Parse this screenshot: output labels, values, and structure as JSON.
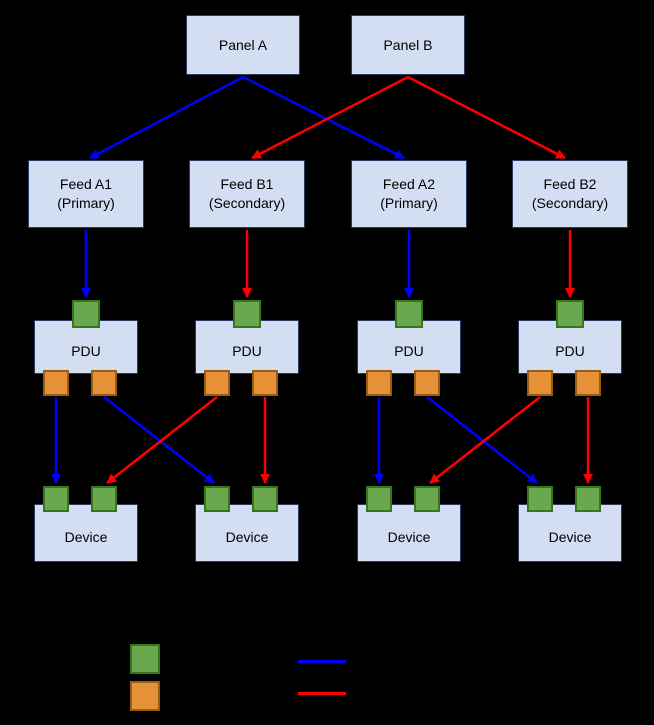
{
  "panels": [
    {
      "id": "panel-a",
      "label": "Panel A"
    },
    {
      "id": "panel-b",
      "label": "Panel B"
    }
  ],
  "feeds": [
    {
      "id": "feed-a1",
      "label": "Feed A1\n(Primary)"
    },
    {
      "id": "feed-b1",
      "label": "Feed B1\n(Secondary)"
    },
    {
      "id": "feed-a2",
      "label": "Feed A2\n(Primary)"
    },
    {
      "id": "feed-b2",
      "label": "Feed B2\n(Secondary)"
    }
  ],
  "pdus": [
    {
      "id": "pdu-1",
      "label": "PDU"
    },
    {
      "id": "pdu-2",
      "label": "PDU"
    },
    {
      "id": "pdu-3",
      "label": "PDU"
    },
    {
      "id": "pdu-4",
      "label": "PDU"
    }
  ],
  "devices": [
    {
      "id": "device-1",
      "label": "Device"
    },
    {
      "id": "device-2",
      "label": "Device"
    },
    {
      "id": "device-3",
      "label": "Device"
    },
    {
      "id": "device-4",
      "label": "Device"
    }
  ],
  "edges": [
    {
      "from": "panel-a",
      "to": "feed-a1",
      "color": "blue"
    },
    {
      "from": "panel-a",
      "to": "feed-a2",
      "color": "blue"
    },
    {
      "from": "panel-b",
      "to": "feed-b1",
      "color": "red"
    },
    {
      "from": "panel-b",
      "to": "feed-b2",
      "color": "red"
    },
    {
      "from": "feed-a1",
      "to": "pdu-1",
      "color": "blue"
    },
    {
      "from": "feed-b1",
      "to": "pdu-2",
      "color": "red"
    },
    {
      "from": "feed-a2",
      "to": "pdu-3",
      "color": "blue"
    },
    {
      "from": "feed-b2",
      "to": "pdu-4",
      "color": "red"
    },
    {
      "from": "pdu-1",
      "to": "device-1",
      "color": "blue"
    },
    {
      "from": "pdu-1",
      "to": "device-2",
      "color": "blue"
    },
    {
      "from": "pdu-2",
      "to": "device-1",
      "color": "red"
    },
    {
      "from": "pdu-2",
      "to": "device-2",
      "color": "red"
    },
    {
      "from": "pdu-3",
      "to": "device-3",
      "color": "blue"
    },
    {
      "from": "pdu-3",
      "to": "device-4",
      "color": "blue"
    },
    {
      "from": "pdu-4",
      "to": "device-3",
      "color": "red"
    },
    {
      "from": "pdu-4",
      "to": "device-4",
      "color": "red"
    }
  ],
  "legend": {
    "items": [
      {
        "swatch": "green-square"
      },
      {
        "swatch": "orange-square"
      },
      {
        "swatch": "blue-line"
      },
      {
        "swatch": "red-line"
      }
    ]
  },
  "colors": {
    "background": "#000000",
    "node_fill": "#d3def2",
    "node_border": "#2a3a63",
    "green_fill": "#6aa84f",
    "green_border": "#38761d",
    "orange_fill": "#e69138",
    "orange_border": "#975d10",
    "blue_line": "#0000ff",
    "red_line": "#ff0000"
  }
}
